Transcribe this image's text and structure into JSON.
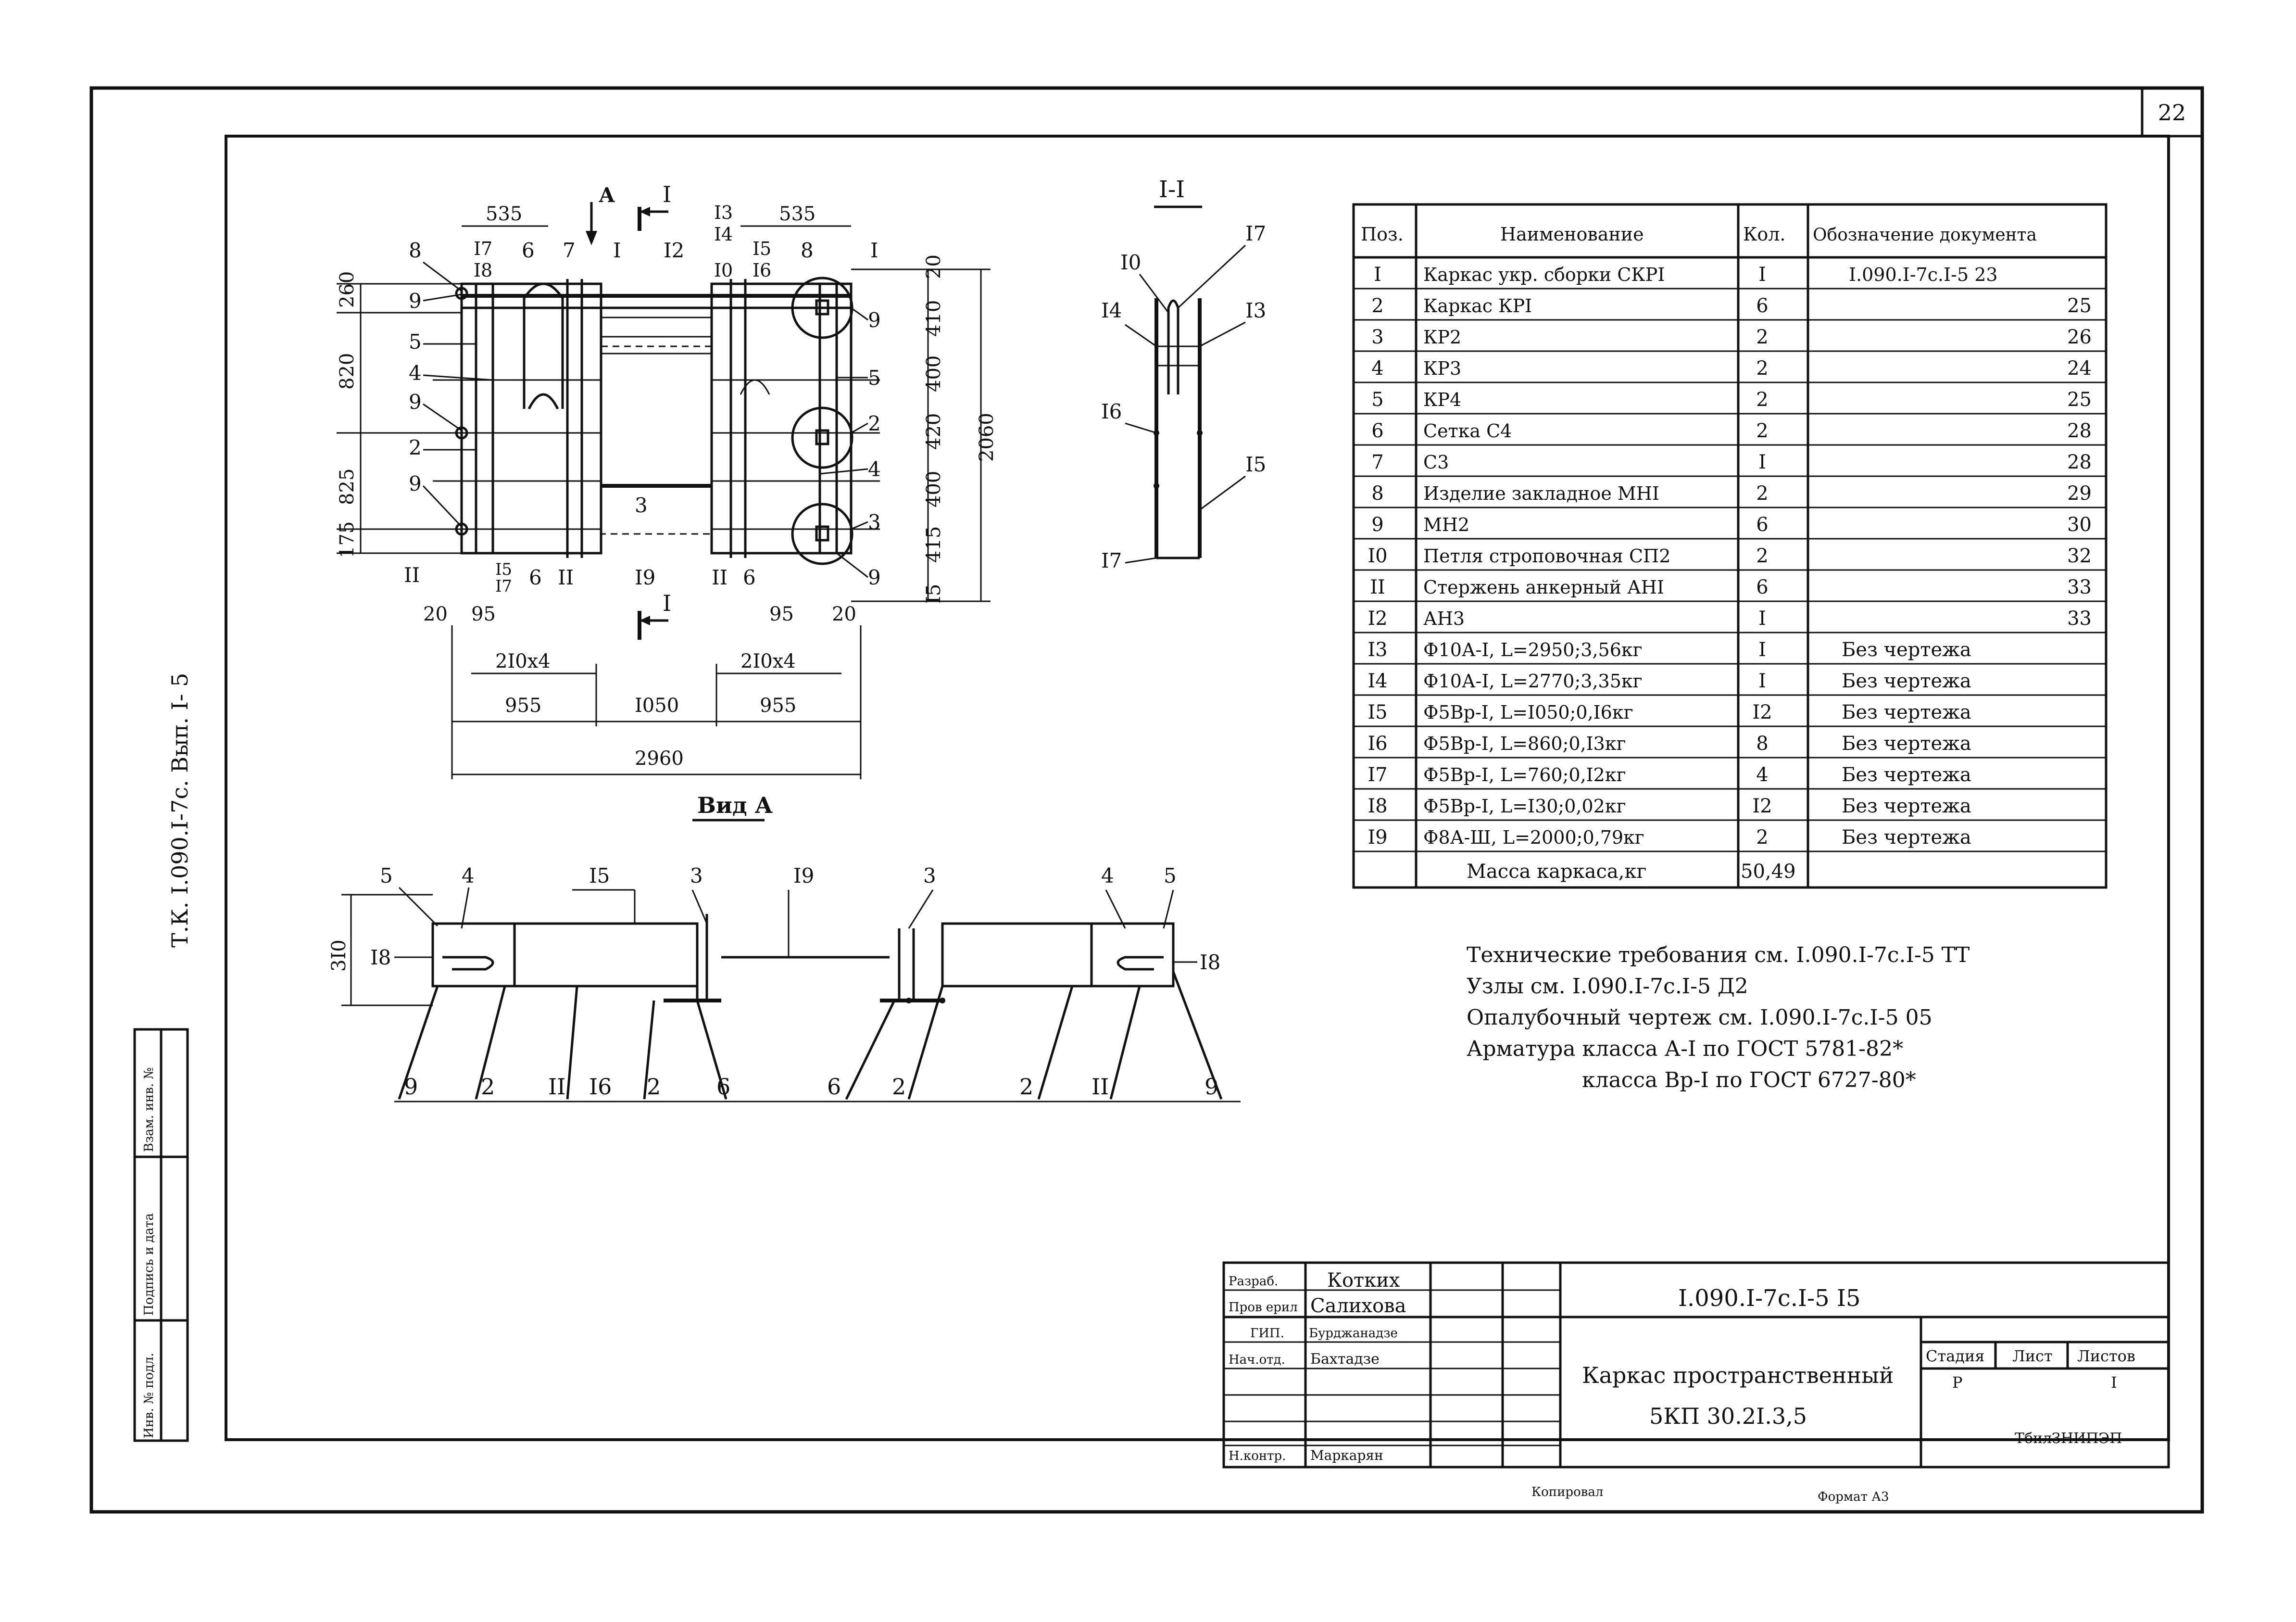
{
  "sheet": {
    "sheet_number": "22",
    "side_code": "Т.К. I.090.I-7с. Вып. I- 5",
    "left_stamp": [
      "Инв. № подл.",
      "Подпись и дата",
      "Взам. инв. №"
    ],
    "copied": "Копировал",
    "format": "Формат А3"
  },
  "drawing": {
    "view_label": "Вид А",
    "section_label": "I-I",
    "arrow_A": "А",
    "arrow_I": "I",
    "dims_plan": {
      "top_left": "535",
      "top_right": "535",
      "left_1": "260",
      "left_2": "820",
      "left_3": "825",
      "left_4": "175",
      "right_1": "20",
      "right_2": "410",
      "right_3": "400",
      "right_4": "420",
      "right_5": "400",
      "right_6": "415",
      "right_7": "I5",
      "overall_h": "2060",
      "bottom_20a": "20",
      "bottom_95a": "95",
      "bottom_95b": "95",
      "bottom_20b": "20",
      "pitch_left": "2I0x4",
      "pitch_right": "2I0x4",
      "seg_left": "955",
      "seg_mid": "I050",
      "seg_right": "955",
      "overall_w": "2960"
    },
    "plan_tags": {
      "p8a": "8",
      "p17a": "I7",
      "p18a": "I8",
      "p6a": "6",
      "p7a": "7",
      "p1a": "I",
      "p12": "I2",
      "p13": "I3",
      "p14": "I4",
      "p10": "I0",
      "p15a": "I5",
      "p16a": "I6",
      "p8b": "8",
      "p1b": "I",
      "p9a": "9",
      "p5a": "5",
      "p4a": "4",
      "p9b": "9",
      "p2a": "2",
      "p9c": "9",
      "p11a": "II",
      "p3": "3",
      "p15b": "I5",
      "p17b": "I7",
      "p6b": "6",
      "p11b": "II",
      "p19": "I9",
      "p11c": "II",
      "p6c": "6",
      "p9d": "9",
      "p5b": "5",
      "p2b": "2",
      "p4b": "4",
      "p3b": "3",
      "p9e": "9"
    },
    "section_tags": {
      "s10": "I0",
      "s17": "I7",
      "s14": "I4",
      "s13": "I3",
      "s16": "I6",
      "s15": "I5",
      "s17b": "I7"
    },
    "elev_tags": {
      "e5": "5",
      "e4": "4",
      "e15": "I5",
      "e3": "3",
      "e19": "I9",
      "e3b": "3",
      "e4b": "4",
      "e5b": "5",
      "e18": "I8",
      "e18b": "I8",
      "dim310": "3I0",
      "e9": "9",
      "e2": "2",
      "e11": "II",
      "e16": "I6",
      "e2b": "2",
      "e6": "6",
      "e6b": "6",
      "e2c": "2",
      "e2d": "2",
      "e11b": "II",
      "e9b": "9"
    }
  },
  "spec_table": {
    "headers": [
      "Поз.",
      "Наименование",
      "Кол.",
      "Обозначение документа"
    ],
    "rows": [
      {
        "pos": "I",
        "name": "Каркас укр. сборки СКРI",
        "qty": "I",
        "doc": "I.090.I-7с.I-5 23"
      },
      {
        "pos": "2",
        "name": "Каркас КРI",
        "qty": "6",
        "doc": "25"
      },
      {
        "pos": "3",
        "name": "КР2",
        "qty": "2",
        "doc": "26"
      },
      {
        "pos": "4",
        "name": "КР3",
        "qty": "2",
        "doc": "24"
      },
      {
        "pos": "5",
        "name": "КР4",
        "qty": "2",
        "doc": "25"
      },
      {
        "pos": "6",
        "name": "Сетка С4",
        "qty": "2",
        "doc": "28"
      },
      {
        "pos": "7",
        "name": "С3",
        "qty": "I",
        "doc": "28"
      },
      {
        "pos": "8",
        "name": "Изделие закладное МНI",
        "qty": "2",
        "doc": "29"
      },
      {
        "pos": "9",
        "name": "МН2",
        "qty": "6",
        "doc": "30"
      },
      {
        "pos": "I0",
        "name": "Петля строповочная СП2",
        "qty": "2",
        "doc": "32"
      },
      {
        "pos": "II",
        "name": "Стержень анкерный АНI",
        "qty": "6",
        "doc": "33"
      },
      {
        "pos": "I2",
        "name": "АН3",
        "qty": "I",
        "doc": "33"
      },
      {
        "pos": "I3",
        "name": "Ф10А-I, L=2950;3,56кг",
        "qty": "I",
        "doc": "Без чертежа"
      },
      {
        "pos": "I4",
        "name": "Ф10А-I, L=2770;3,35кг",
        "qty": "I",
        "doc": "Без чертежа"
      },
      {
        "pos": "I5",
        "name": "Ф5Вр-I, L=I050;0,I6кг",
        "qty": "I2",
        "doc": "Без чертежа"
      },
      {
        "pos": "I6",
        "name": "Ф5Вр-I, L=860;0,I3кг",
        "qty": "8",
        "doc": "Без чертежа"
      },
      {
        "pos": "I7",
        "name": "Ф5Вр-I, L=760;0,I2кг",
        "qty": "4",
        "doc": "Без чертежа"
      },
      {
        "pos": "I8",
        "name": "Ф5Вр-I, L=I30;0,02кг",
        "qty": "I2",
        "doc": "Без чертежа"
      },
      {
        "pos": "I9",
        "name": "Ф8А-Ш, L=2000;0,79кг",
        "qty": "2",
        "doc": "Без чертежа"
      }
    ],
    "mass_label": "Масса каркаса,кг",
    "mass_value": "50,49"
  },
  "notes": [
    "Технические требования см.  I.090.I-7с.I-5 ТТ",
    "Узлы см.  I.090.I-7с.I-5 Д2",
    "Опалубочный чертеж см. I.090.I-7с.I-5 05",
    "Арматура класса А-I по ГОСТ 5781-82*",
    "класса Вр-I по ГОСТ 6727-80*"
  ],
  "title_block": {
    "roles": [
      "Разраб.",
      "Пров ерил",
      "ГИП.",
      "Нач.отд.",
      "Н.контр."
    ],
    "names": [
      "Котких",
      "Салихова",
      "Бурджанадзе",
      "Бахтадзе",
      "Маркарян"
    ],
    "doc_code": "I.090.I-7с.I-5 I5",
    "title_1": "Каркас пространственный",
    "title_2": "5КП 30.2I.3,5",
    "stage_label": "Стадия",
    "sheet_label": "Лист",
    "sheets_label": "Листов",
    "stage_value": "Р",
    "sheets_value": "I",
    "org": "ТбилЗНИПЭП"
  }
}
